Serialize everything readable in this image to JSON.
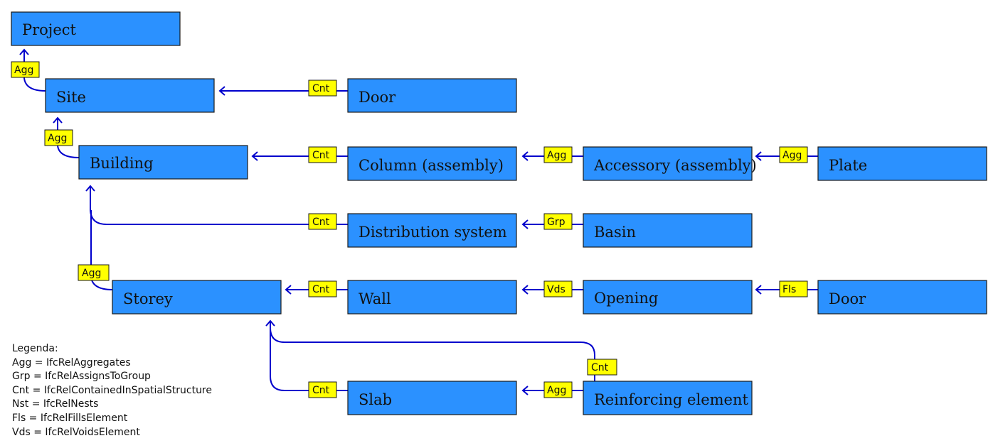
{
  "nodes": {
    "project": "Project",
    "site": "Site",
    "door_top": "Door",
    "building": "Building",
    "column": "Column (assembly)",
    "accessory": "Accessory (assembly)",
    "plate": "Plate",
    "distribution": "Distribution system",
    "basin": "Basin",
    "storey": "Storey",
    "wall": "Wall",
    "opening": "Opening",
    "door_bottom": "Door",
    "slab": "Slab",
    "reinforcing": "Reinforcing element"
  },
  "relations": {
    "site_project": "Agg",
    "door_site": "Cnt",
    "building_site": "Agg",
    "column_building": "Cnt",
    "accessory_column": "Agg",
    "plate_accessory": "Agg",
    "distribution_building": "Cnt",
    "basin_distribution": "Grp",
    "storey_building": "Agg",
    "wall_storey": "Cnt",
    "opening_wall": "Vds",
    "door_opening": "Fls",
    "reinforcing_storey": "Cnt",
    "slab_storey": "Cnt",
    "reinforcing_slab": "Agg"
  },
  "legend": {
    "title": "Legenda:",
    "items": [
      "Agg = IfcRelAggregates",
      "Grp = IfcRelAssignsToGroup",
      "Cnt = IfcRelContainedInSpatialStructure",
      "Nst = IfcRelNests",
      "Fls = IfcRelFillsElement",
      "Vds = IfcRelVoidsElement"
    ]
  },
  "colors": {
    "node_fill": "#2b91ff",
    "label_fill": "#ffff00",
    "edge": "#0000cc"
  }
}
